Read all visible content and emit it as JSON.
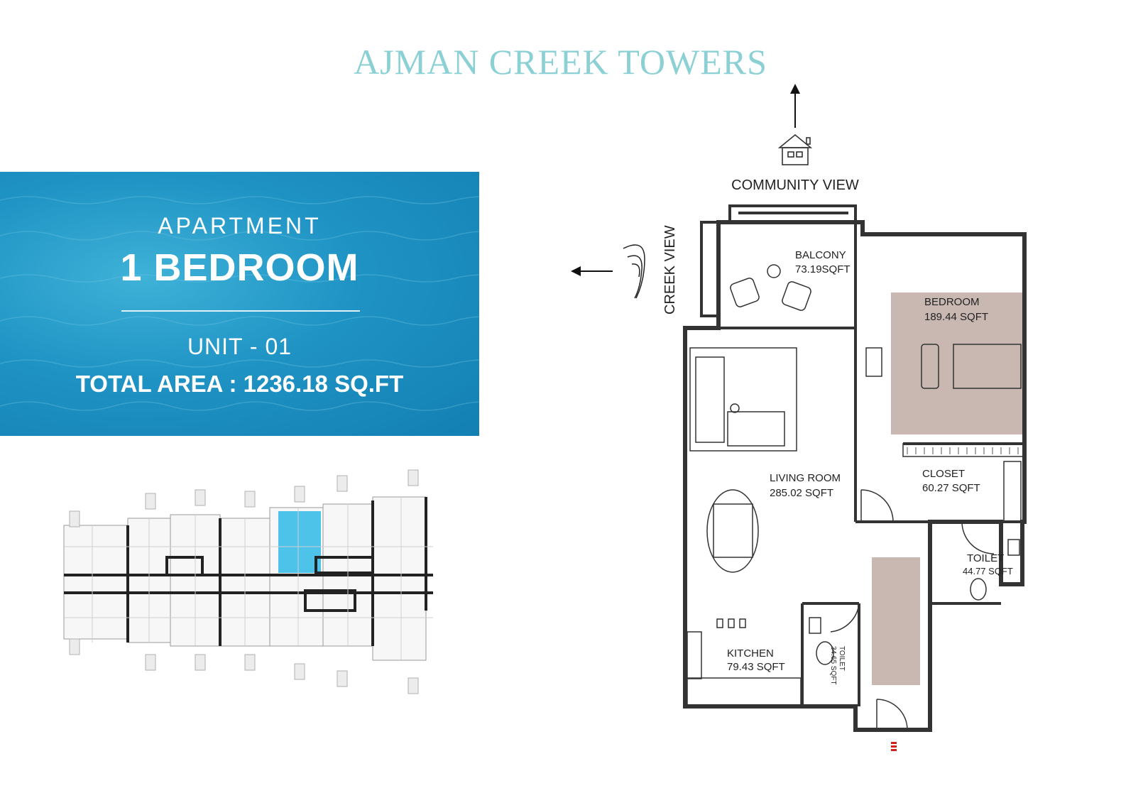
{
  "brand": {
    "title": "AJMAN CREEK TOWERS"
  },
  "hero": {
    "type": "APARTMENT",
    "bedrooms": "1 BEDROOM",
    "unit": "UNIT - 01",
    "total_area": "TOTAL AREA : 1236.18 SQ.FT"
  },
  "views": {
    "community": "COMMUNITY VIEW",
    "creek": "CREEK VIEW"
  },
  "rooms": {
    "balcony": {
      "name": "BALCONY",
      "area": "73.19SQFT"
    },
    "bedroom": {
      "name": "BEDROOM",
      "area": "189.44 SQFT"
    },
    "living": {
      "name": "LIVING ROOM",
      "area": "285.02 SQFT"
    },
    "closet": {
      "name": "CLOSET",
      "area": "60.27 SQFT"
    },
    "toilet1": {
      "name": "TOILET",
      "area": "44.77 SQFT"
    },
    "kitchen": {
      "name": "KITCHEN",
      "area": "79.43 SQFT"
    },
    "toilet2": {
      "name": "TOILET",
      "area": "34.65 SQFT"
    }
  },
  "colors": {
    "brand": "#8ad0d4",
    "hero_blue": "#1f93c4",
    "bedroom_fill": "#c9b8b2",
    "highlight_unit": "#4dc3ea"
  },
  "icons": [
    "house-icon",
    "wave-icon",
    "north-arrow-icon",
    "west-arrow-icon",
    "entrance-marker-icon"
  ]
}
